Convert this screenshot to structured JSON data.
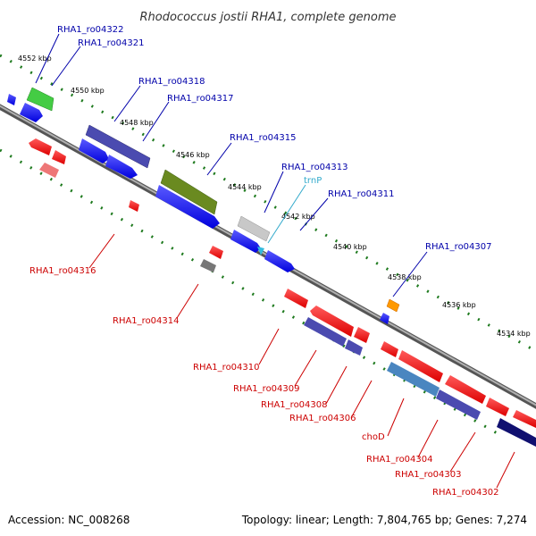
{
  "title": "Rhodococcus jostii RHA1, complete genome",
  "footer": {
    "accession": "Accession: NC_008268",
    "topology": "Topology: linear; Length: 7,804,765 bp; Genes: 7,274"
  },
  "colors": {
    "backbone": "#8a8a8a",
    "tick": "#1e7a1e",
    "label_top": "#0000aa",
    "label_bottom": "#cc0000",
    "label_rna": "#33aacc"
  },
  "ticks": [
    {
      "label": "4552 kbp"
    },
    {
      "label": "4550 kbp"
    },
    {
      "label": "4548 kbp"
    },
    {
      "label": "4546 kbp"
    },
    {
      "label": "4544 kbp"
    },
    {
      "label": "4542 kbp"
    },
    {
      "label": "4540 kbp"
    },
    {
      "label": "4538 kbp"
    },
    {
      "label": "4536 kbp"
    },
    {
      "label": "4534 kbp"
    }
  ],
  "labels_top": [
    {
      "text": "RHA1_ro04322"
    },
    {
      "text": "RHA1_ro04321"
    },
    {
      "text": "RHA1_ro04318"
    },
    {
      "text": "RHA1_ro04317"
    },
    {
      "text": "RHA1_ro04315"
    },
    {
      "text": "RHA1_ro04313"
    },
    {
      "text": "trnP"
    },
    {
      "text": "RHA1_ro04311"
    },
    {
      "text": "RHA1_ro04307"
    }
  ],
  "labels_bottom": [
    {
      "text": "RHA1_ro04316"
    },
    {
      "text": "RHA1_ro04314"
    },
    {
      "text": "RHA1_ro04310"
    },
    {
      "text": "RHA1_ro04309"
    },
    {
      "text": "RHA1_ro04308"
    },
    {
      "text": "RHA1_ro04306"
    },
    {
      "text": "choD"
    },
    {
      "text": "RHA1_ro04304"
    },
    {
      "text": "RHA1_ro04303"
    },
    {
      "text": "RHA1_ro04302"
    }
  ]
}
